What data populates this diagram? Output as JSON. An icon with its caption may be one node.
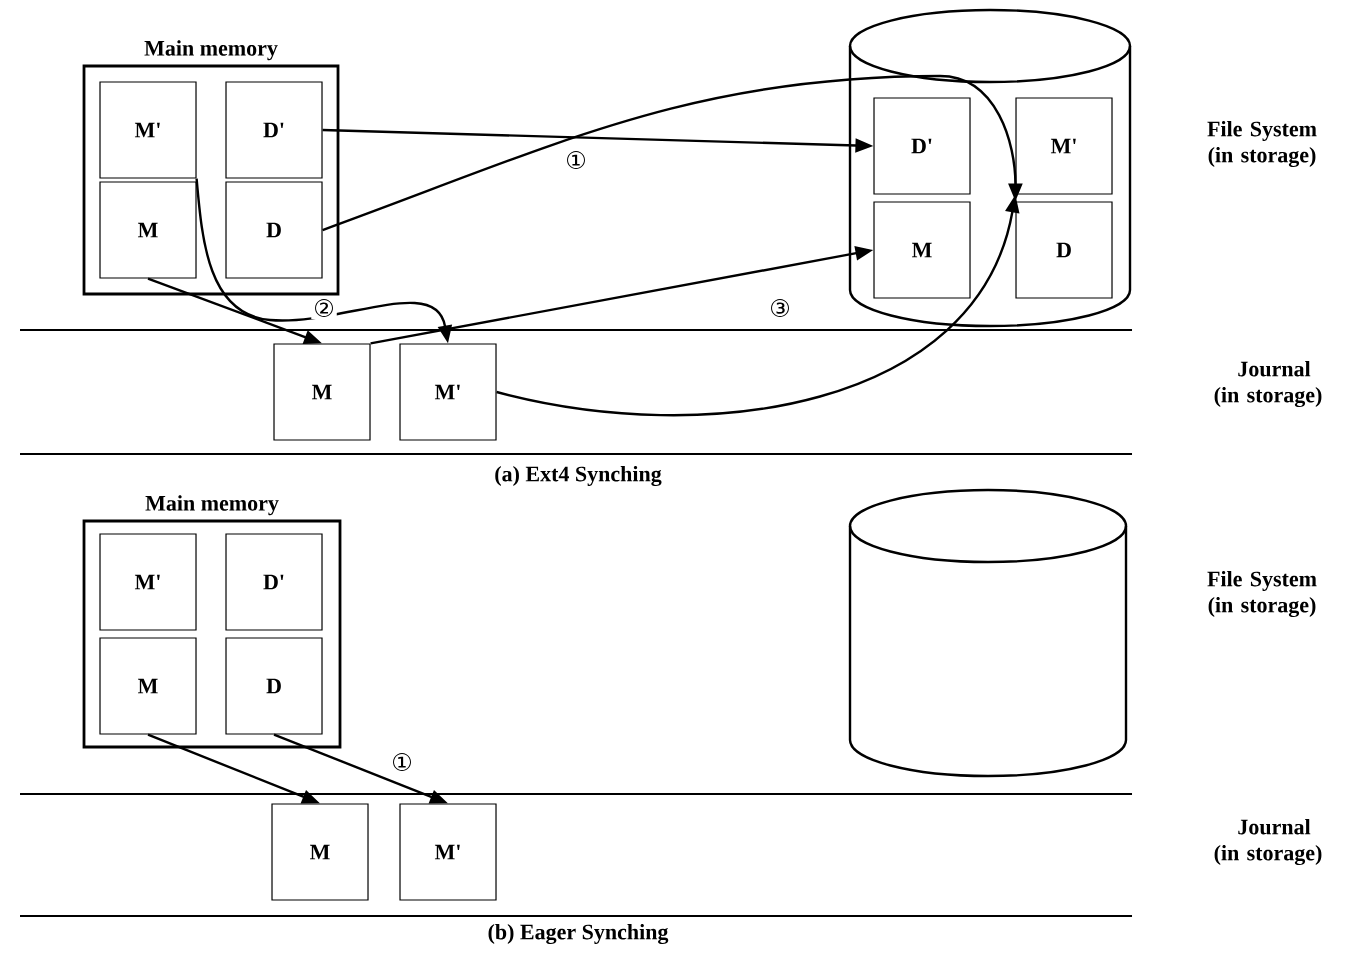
{
  "diagram": {
    "nodes": [
      {
        "text": [
          "Main memory"
        ]
      },
      {
        "text": [
          "M'"
        ],
        "in": 0
      },
      {
        "text": [
          "D'"
        ],
        "in": 0
      },
      {
        "text": [
          "M"
        ],
        "in": 0
      },
      {
        "text": [
          "D"
        ],
        "in": 0
      },
      {
        "text": [],
        "shape": "cylinder"
      },
      {
        "text": [
          "D'"
        ],
        "in": 5
      },
      {
        "text": [
          "M'"
        ],
        "in": 5
      },
      {
        "text": [
          "M"
        ],
        "in": 5
      },
      {
        "text": [
          "D"
        ],
        "in": 5
      },
      {
        "text": [
          "M"
        ]
      },
      {
        "text": [
          "M'"
        ]
      },
      {
        "text": [
          "Main memory"
        ]
      },
      {
        "text": [
          "M'"
        ],
        "in": 12
      },
      {
        "text": [
          "D'"
        ],
        "in": 12
      },
      {
        "text": [
          "M"
        ],
        "in": 12
      },
      {
        "text": [
          "D"
        ],
        "in": 12
      },
      {
        "text": [],
        "shape": "cylinder"
      },
      {
        "text": [
          "M"
        ]
      },
      {
        "text": [
          "M'"
        ]
      }
    ],
    "edges": [
      {
        "from": 2,
        "to": 6,
        "arrow": "to"
      },
      {
        "from": 4,
        "to": 9,
        "arrow": "to"
      },
      {
        "from": 1,
        "to": 11,
        "arrow": "to"
      },
      {
        "from": 3,
        "to": 10,
        "arrow": "to"
      },
      {
        "from": 10,
        "to": 8,
        "arrow": "to"
      },
      {
        "from": 11,
        "to": 7,
        "arrow": "to"
      },
      {
        "from": 15,
        "to": 18,
        "arrow": "to"
      },
      {
        "from": 16,
        "to": 19,
        "arrow": "to"
      }
    ],
    "labels": [
      "File System (in storage)",
      "①",
      "②",
      "③",
      "Journal (in storage)",
      "(a) Ext4 Synching",
      "File System (in storage)",
      "①",
      "Journal (in storage)",
      "(b) Eager Synching"
    ]
  }
}
